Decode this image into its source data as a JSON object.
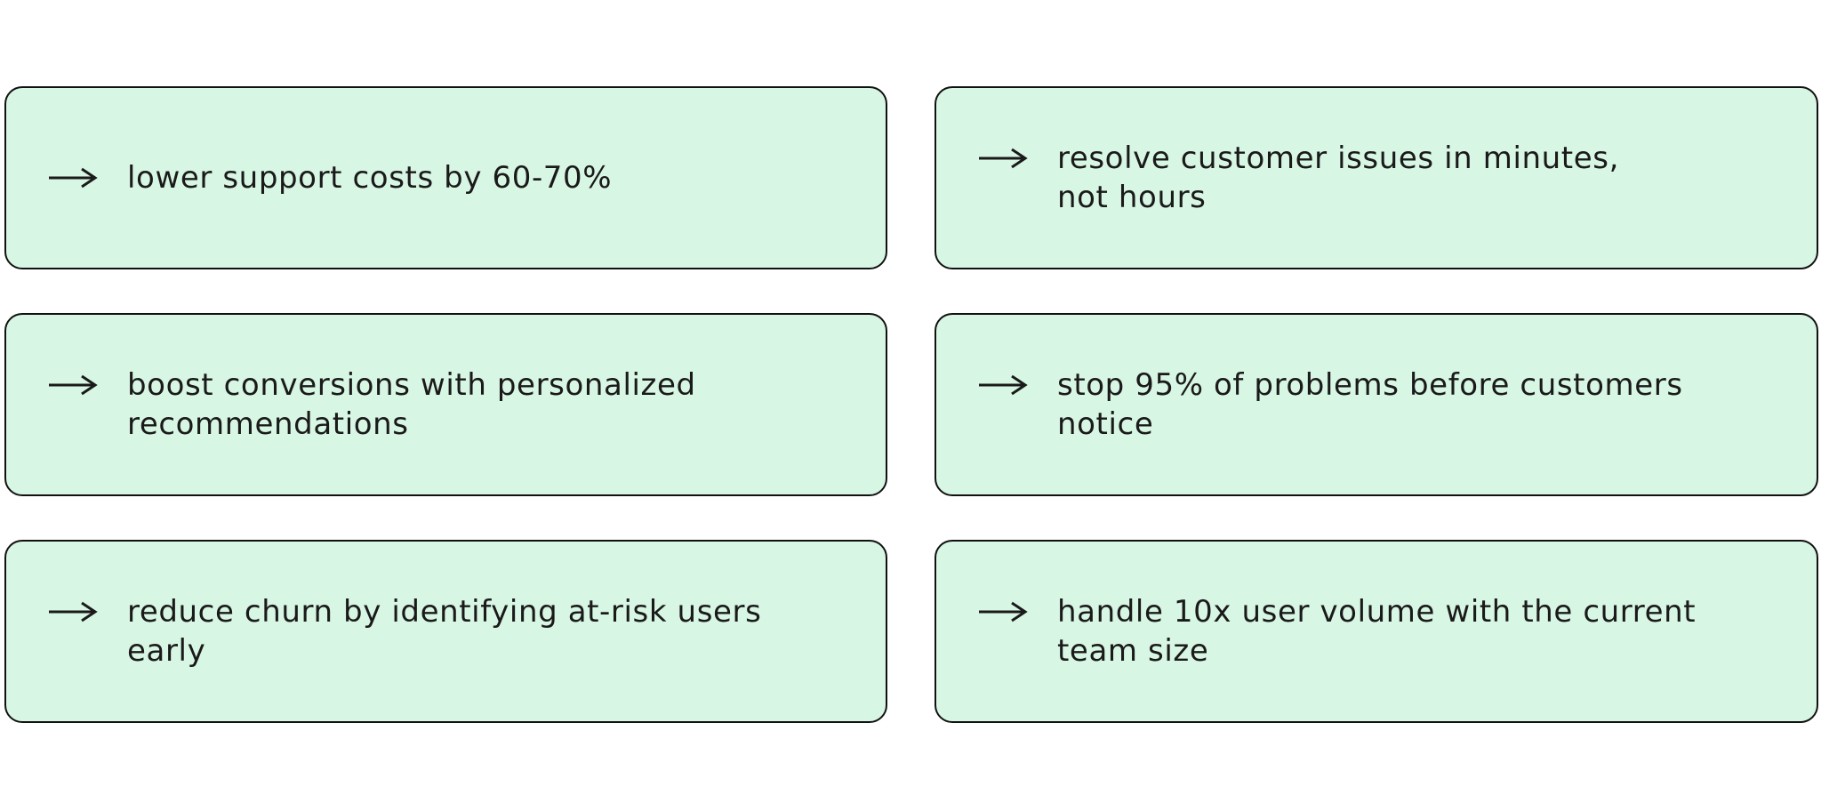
{
  "style": {
    "card_background": "#d8f6e4",
    "card_border_color": "#111111",
    "text_color": "#1a1a1a",
    "page_background": "#ffffff"
  },
  "icon": {
    "name": "right-arrow-icon",
    "glyph": "→"
  },
  "cards": [
    {
      "text": "lower support costs by 60-70%"
    },
    {
      "text": "resolve customer issues in minutes,\nnot hours"
    },
    {
      "text": "boost conversions with personalized\nrecommendations"
    },
    {
      "text": "stop 95% of problems before customers\nnotice"
    },
    {
      "text": "reduce churn by identifying at-risk users\nearly"
    },
    {
      "text": "handle 10x user volume with the current\nteam size"
    }
  ]
}
